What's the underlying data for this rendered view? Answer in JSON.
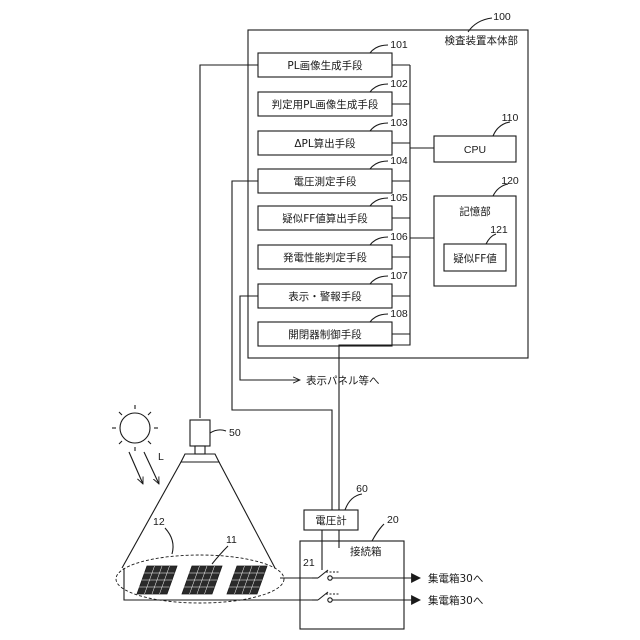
{
  "main_unit": {
    "ref": "100",
    "label": "検査装置本体部"
  },
  "modules": [
    {
      "ref": "101",
      "label": "PL画像生成手段"
    },
    {
      "ref": "102",
      "label": "判定用PL画像生成手段"
    },
    {
      "ref": "103",
      "label": "ΔPL算出手段"
    },
    {
      "ref": "104",
      "label": "電圧測定手段"
    },
    {
      "ref": "105",
      "label": "疑似FF値算出手段"
    },
    {
      "ref": "106",
      "label": "発電性能判定手段"
    },
    {
      "ref": "107",
      "label": "表示・警報手段"
    },
    {
      "ref": "108",
      "label": "開閉器制御手段"
    }
  ],
  "cpu": {
    "ref": "110",
    "label": "CPU"
  },
  "memory": {
    "ref": "120",
    "label": "記憶部"
  },
  "pseudo_ff": {
    "ref": "121",
    "label": "疑似FF値"
  },
  "display_output": "表示パネル等へ",
  "camera": {
    "ref": "50"
  },
  "sunlight": {
    "label": "L"
  },
  "panel_array": {
    "ref_area": "12",
    "ref_panel": "11"
  },
  "voltmeter": {
    "ref": "60",
    "label": "電圧計"
  },
  "junction_box": {
    "ref": "20",
    "label": "接続箱"
  },
  "switch": {
    "ref": "21"
  },
  "outputs": [
    "集電箱30へ",
    "集電箱30へ"
  ]
}
